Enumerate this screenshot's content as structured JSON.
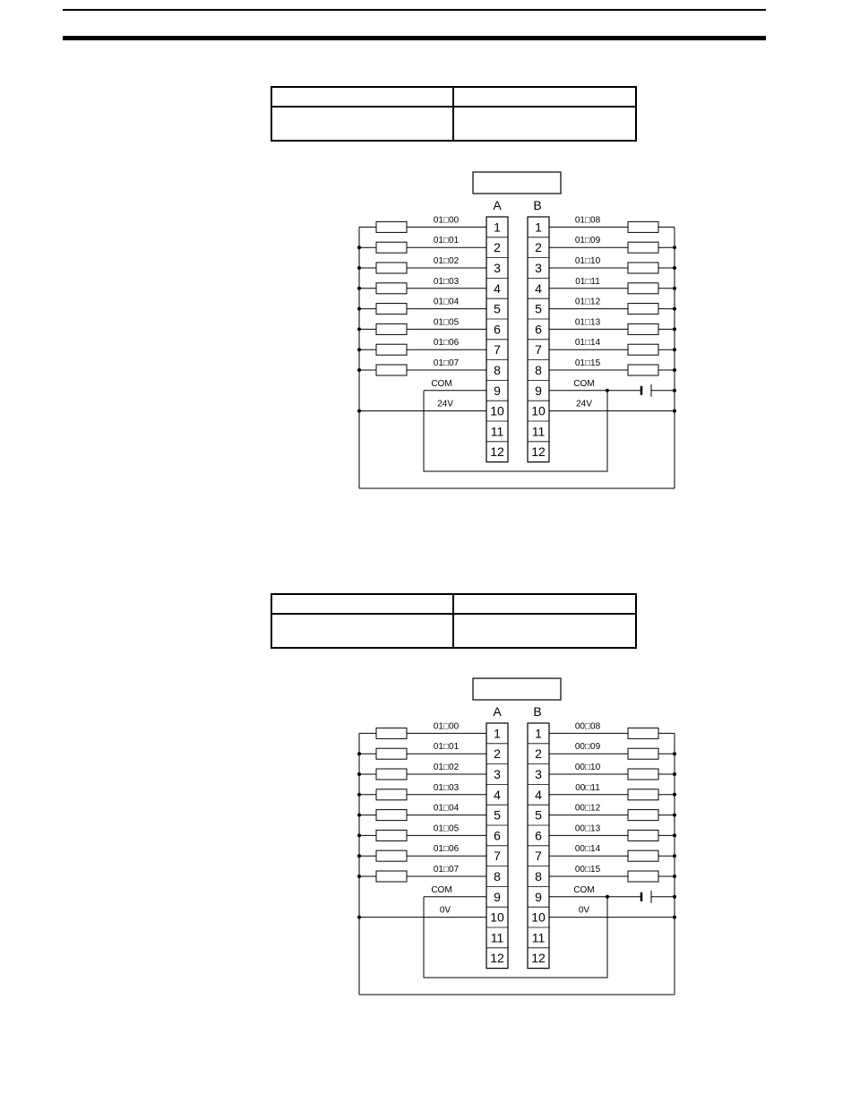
{
  "tables": [
    {
      "headers": [
        "",
        ""
      ],
      "cells": [
        "",
        ""
      ]
    },
    {
      "headers": [
        "",
        ""
      ],
      "cells": [
        "",
        ""
      ]
    }
  ],
  "diagrams": [
    {
      "connector_label": "",
      "col_a": "A",
      "col_b": "B",
      "pins": [
        "1",
        "2",
        "3",
        "4",
        "5",
        "6",
        "7",
        "8",
        "9",
        "10",
        "11",
        "12"
      ],
      "left_labels": [
        "01□00",
        "01□01",
        "01□02",
        "01□03",
        "01□04",
        "01□05",
        "01□06",
        "01□07"
      ],
      "right_labels": [
        "01□08",
        "01□09",
        "01□10",
        "01□11",
        "01□12",
        "01□13",
        "01□14",
        "01□15"
      ],
      "left_com": "COM",
      "right_com": "COM",
      "left_supply": "24V",
      "right_supply": "24V"
    },
    {
      "connector_label": "",
      "col_a": "A",
      "col_b": "B",
      "pins": [
        "1",
        "2",
        "3",
        "4",
        "5",
        "6",
        "7",
        "8",
        "9",
        "10",
        "11",
        "12"
      ],
      "left_labels": [
        "01□00",
        "01□01",
        "01□02",
        "01□03",
        "01□04",
        "01□05",
        "01□06",
        "01□07"
      ],
      "right_labels": [
        "00□08",
        "00□09",
        "00□10",
        "00□11",
        "00□12",
        "00□13",
        "00□14",
        "00□15"
      ],
      "left_com": "COM",
      "right_com": "COM",
      "left_supply": "0V",
      "right_supply": "0V"
    }
  ]
}
